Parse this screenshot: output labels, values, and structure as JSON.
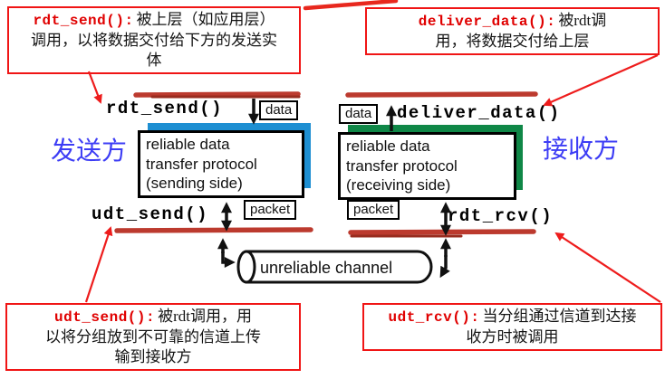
{
  "callouts": {
    "top_left": {
      "code": "rdt_send():",
      "lines": [
        "被上层（如应用层）",
        "调用，以将数据交付给下方的发送实",
        "体"
      ]
    },
    "top_right": {
      "code": "deliver_data():",
      "lines": [
        "被rdt调",
        "用，将数据交付给上层"
      ]
    },
    "bottom_left": {
      "code": "udt_send():",
      "lines": [
        "被rdt调用，用",
        "以将分组放到不可靠的信道上传",
        "输到接收方"
      ]
    },
    "bottom_right": {
      "code": "udt_rcv():",
      "lines": [
        "当分组通过信道到达接",
        "收方时被调用"
      ]
    }
  },
  "diagram": {
    "side_labels": {
      "sender": "发送方",
      "receiver": "接收方"
    },
    "function_labels": {
      "rdt_send": "rdt_send()",
      "deliver_data": "deliver_data()",
      "udt_send": "udt_send()",
      "rdt_rcv": "rdt_rcv()"
    },
    "small_boxes": {
      "data_left": "data",
      "data_right": "data",
      "packet_left": "packet",
      "packet_right": "packet"
    },
    "sending_box_lines": [
      "reliable data",
      "transfer protocol",
      "(sending side)"
    ],
    "receiving_box_lines": [
      "reliable data",
      "transfer protocol",
      "(receiving side)"
    ],
    "channel_label": "unreliable channel"
  },
  "colors": {
    "callout_border": "#f01515",
    "callout_code_text": "#e00000",
    "interface_line_red": "#bc3a2e",
    "sender_box_shadow_blue": "#1e8fd2",
    "receiver_box_shadow_green": "#0f8747",
    "side_label_blue": "#3d3df5"
  }
}
